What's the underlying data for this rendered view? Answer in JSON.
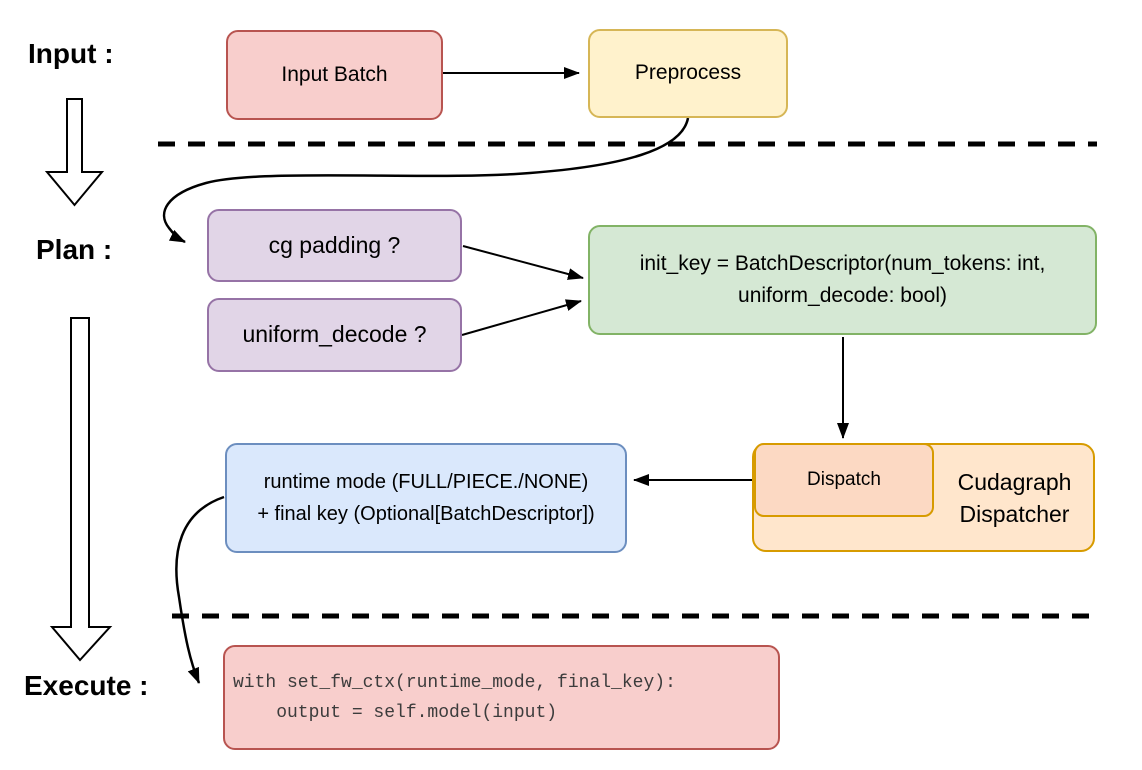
{
  "stages": {
    "input": "Input :",
    "plan": "Plan :",
    "execute": "Execute :"
  },
  "nodes": {
    "input_batch": {
      "label": "Input Batch"
    },
    "preprocess": {
      "label": "Preprocess"
    },
    "cg_padding": {
      "label": "cg padding ?"
    },
    "uniform_decode": {
      "label": "uniform_decode ?"
    },
    "init_key": {
      "line1": "init_key = BatchDescriptor(num_tokens: int,",
      "line2": "uniform_decode: bool)"
    },
    "dispatch": {
      "label": "Dispatch"
    },
    "cudagraph_dispatcher": {
      "line1": "Cudagraph",
      "line2": "Dispatcher"
    },
    "runtime_mode": {
      "line1": "runtime mode (FULL/PIECE./NONE)",
      "line2": "+ final key (Optional[BatchDescriptor])"
    },
    "execute_code": {
      "line1": "with set_fw_ctx(runtime_mode, final_key):",
      "line2": "    output = self.model(input)"
    }
  },
  "colors": {
    "red_fill": "#f8cecc",
    "red_stroke": "#b85450",
    "yellow_fill": "#fff2cc",
    "yellow_stroke": "#d6b656",
    "purple_fill": "#e1d5e7",
    "purple_stroke": "#9673a6",
    "green_fill": "#d5e8d4",
    "green_stroke": "#82b366",
    "orange_fill": "#ffe6cc",
    "orange_inner_fill": "#fcd9c3",
    "orange_stroke": "#d79b00",
    "blue_fill": "#dae8fc",
    "blue_stroke": "#6c8ebf",
    "line": "#000000"
  }
}
